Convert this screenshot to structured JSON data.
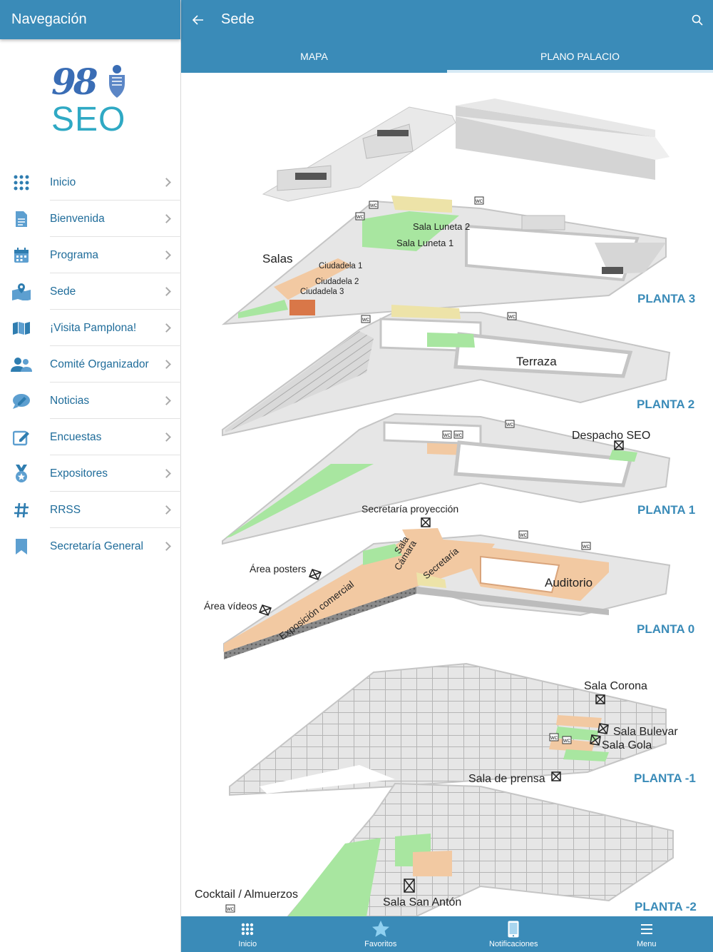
{
  "sidebar": {
    "title": "Navegación",
    "logo": {
      "number": "98",
      "text": "SEO"
    },
    "items": [
      {
        "label": "Inicio",
        "icon": "grid-icon"
      },
      {
        "label": "Bienvenida",
        "icon": "document-icon"
      },
      {
        "label": "Programa",
        "icon": "calendar-icon"
      },
      {
        "label": "Sede",
        "icon": "map-pin-icon"
      },
      {
        "label": "¡Visita Pamplona!",
        "icon": "map-icon"
      },
      {
        "label": "Comité Organizador",
        "icon": "users-icon"
      },
      {
        "label": "Noticias",
        "icon": "chat-icon"
      },
      {
        "label": "Encuestas",
        "icon": "edit-icon"
      },
      {
        "label": "Expositores",
        "icon": "medal-icon"
      },
      {
        "label": "RRSS",
        "icon": "hashtag-icon"
      },
      {
        "label": "Secretaría General",
        "icon": "bookmark-icon"
      }
    ]
  },
  "header": {
    "title": "Sede"
  },
  "tabs": [
    {
      "label": "MAPA"
    },
    {
      "label": "PLANO PALACIO",
      "active": true
    }
  ],
  "floor_plan": {
    "floors": [
      "PLANTA 3",
      "PLANTA 2",
      "PLANTA 1",
      "PLANTA 0",
      "PLANTA -1",
      "PLANTA -2"
    ],
    "planta3": {
      "salas": "Salas",
      "luneta2": "Sala Luneta 2",
      "luneta1": "Sala Luneta 1",
      "ciud1": "Ciudadela 1",
      "ciud2": "Ciudadela 2",
      "ciud3": "Ciudadela 3"
    },
    "planta2": {
      "terraza": "Terraza"
    },
    "planta1": {
      "despacho": "Despacho SEO"
    },
    "planta0": {
      "secretaria_proy": "Secretaría proyección",
      "posters": "Área posters",
      "videos": "Área vídeos",
      "expo": "Exposición comercial",
      "sala": "Sala",
      "camara": "Cámara",
      "secretaria": "Secretaría",
      "auditorio": "Auditorio"
    },
    "plantam1": {
      "corona": "Sala Corona",
      "bulevar": "Sala Bulevar",
      "gola": "Sala Gola",
      "prensa": "Sala de prensa"
    },
    "plantam2": {
      "cocktail": "Cocktail / Almuerzos",
      "anton": "Sala San Antón"
    },
    "wc": "WC",
    "colors": {
      "label": "#3a8bb8",
      "green": "#a8e6a0",
      "orange": "#f2c9a2",
      "yellow": "#ede3a8",
      "floor": "#e3e3e3",
      "wall": "#bdbdbd"
    }
  },
  "bottom_nav": [
    {
      "label": "Inicio",
      "icon": "grid-icon"
    },
    {
      "label": "Favoritos",
      "icon": "star-icon"
    },
    {
      "label": "Notificaciones",
      "icon": "tablet-icon"
    },
    {
      "label": "Menu",
      "icon": "hamburger-icon"
    }
  ]
}
